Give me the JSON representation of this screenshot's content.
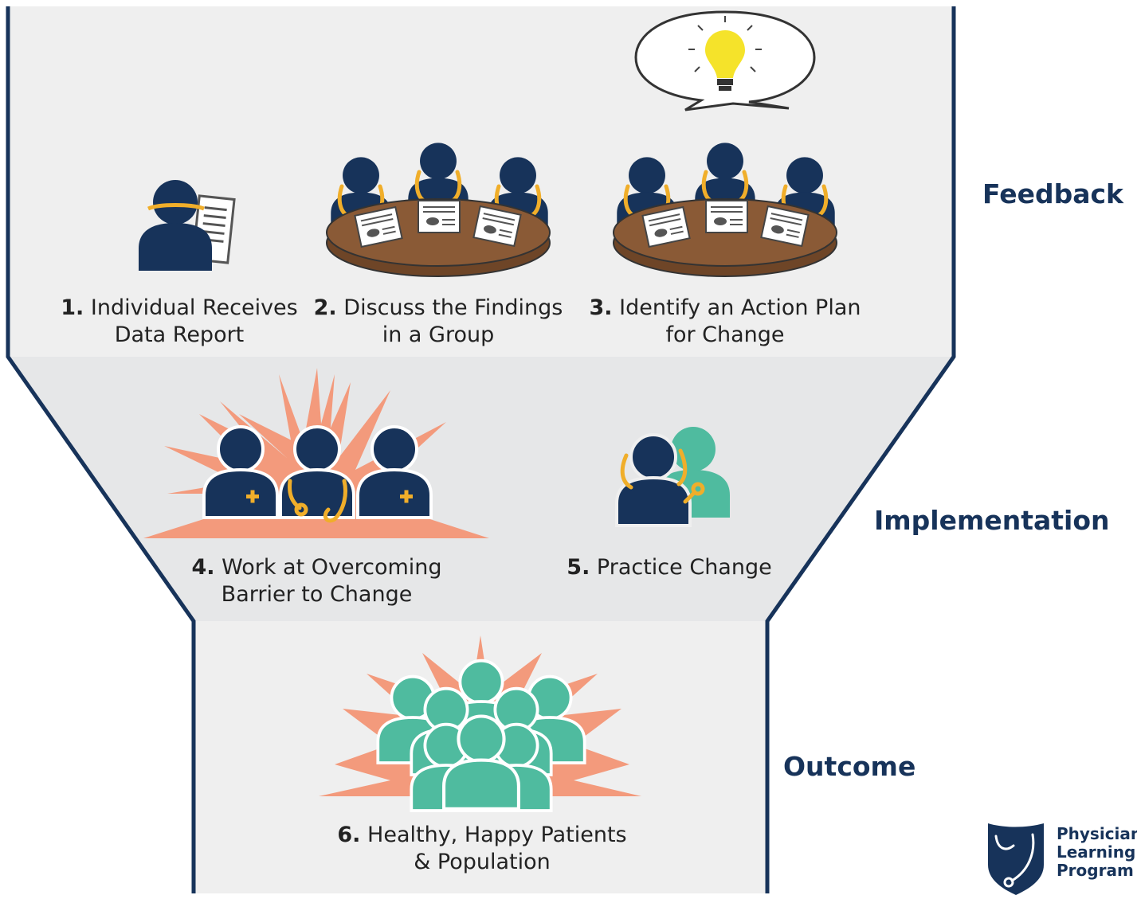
{
  "steps": [
    {
      "num": "1.",
      "line1": "Individual Receives",
      "line2": "Data Report"
    },
    {
      "num": "2.",
      "line1": "Discuss the Findings",
      "line2": "in a Group"
    },
    {
      "num": "3.",
      "line1": "Identify an Action Plan",
      "line2": "for Change"
    },
    {
      "num": "4.",
      "line1": "Work at Overcoming",
      "line2": "Barrier to Change"
    },
    {
      "num": "5.",
      "line1": "Practice Change",
      "line2": ""
    },
    {
      "num": "6.",
      "line1": "Healthy, Happy Patients",
      "line2": "& Population"
    }
  ],
  "stages": {
    "feedback": "Feedback",
    "implementation": "Implementation",
    "outcome": "Outcome"
  },
  "logo": {
    "line1": "Physician",
    "line2": "Learning",
    "line3": "Program"
  },
  "colors": {
    "navy": "#17335a",
    "gold": "#f0ae2a",
    "teal": "#4fbb9f",
    "salmon": "#f39a7c",
    "table": "#8a5a36",
    "funnel_fill": "#efefef",
    "funnel_mid": "#e6e7e8"
  }
}
